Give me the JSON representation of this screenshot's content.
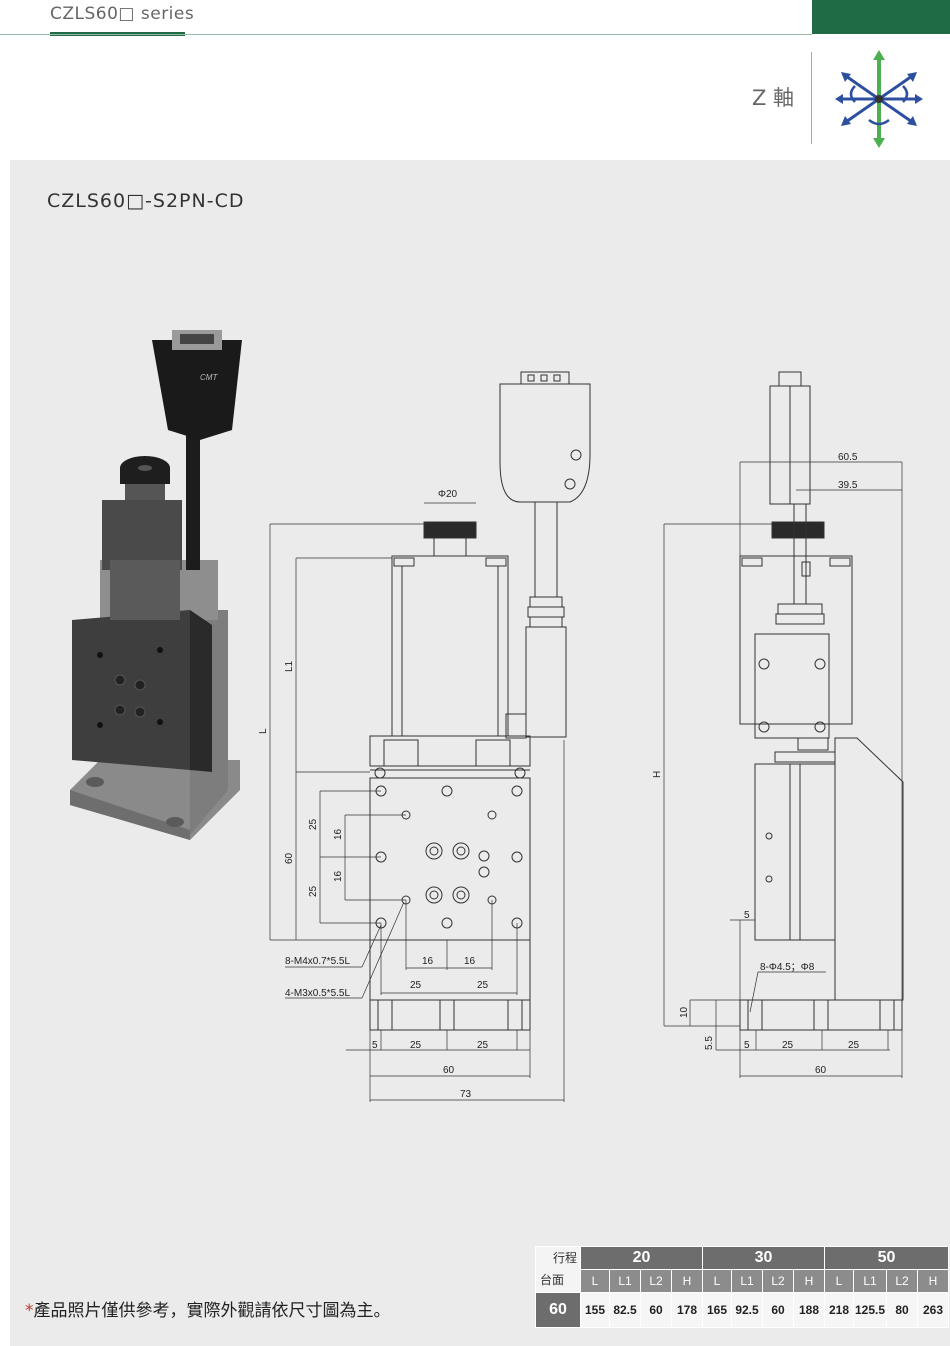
{
  "header": {
    "series_title": "CZLS60□ series",
    "axis_label": "Z 軸",
    "axis_icon": "xyz-axis-arrows-icon"
  },
  "model_name": "CZLS60□-S2PN-CD",
  "dimensions": {
    "d20": "Φ20",
    "L1": "L1",
    "L": "L",
    "H": "H",
    "d60_5": "60.5",
    "d39_5": "39.5",
    "d25a": "25",
    "d16a": "16",
    "d60v": "60",
    "d25b": "25",
    "d16b": "16",
    "d16h1": "16",
    "d16h2": "16",
    "d25h1": "25",
    "d25h2": "25",
    "thread1": "8-M4x0.7*5.5L",
    "thread2": "4-M3x0.5*5.5L",
    "b5": "5",
    "b25a": "25",
    "b25b": "25",
    "b60": "60",
    "b73": "73",
    "s5": "5",
    "holes": "8-Φ4.5；Φ8",
    "s10": "10",
    "s5_5": "5.5",
    "sb5": "5",
    "sb25a": "25",
    "sb25b": "25",
    "sb60": "60"
  },
  "spec_table": {
    "corner_top": "行程",
    "corner_bottom": "台面",
    "groups": [
      "20",
      "30",
      "50"
    ],
    "subheaders": [
      "L",
      "L1",
      "L2",
      "H"
    ],
    "row_label": "60",
    "values": [
      "155",
      "82.5",
      "60",
      "178",
      "165",
      "92.5",
      "60",
      "188",
      "218",
      "125.5",
      "80",
      "263"
    ]
  },
  "note": {
    "star": "*",
    "text": "產品照片僅供參考，實際外觀請依尺寸圖為主。"
  },
  "colors": {
    "brand_green": "#1e6b45",
    "axis_arrow_blue": "#2d4fa0",
    "axis_arrow_green": "#4caf50",
    "panel_gray": "#ebebeb"
  }
}
